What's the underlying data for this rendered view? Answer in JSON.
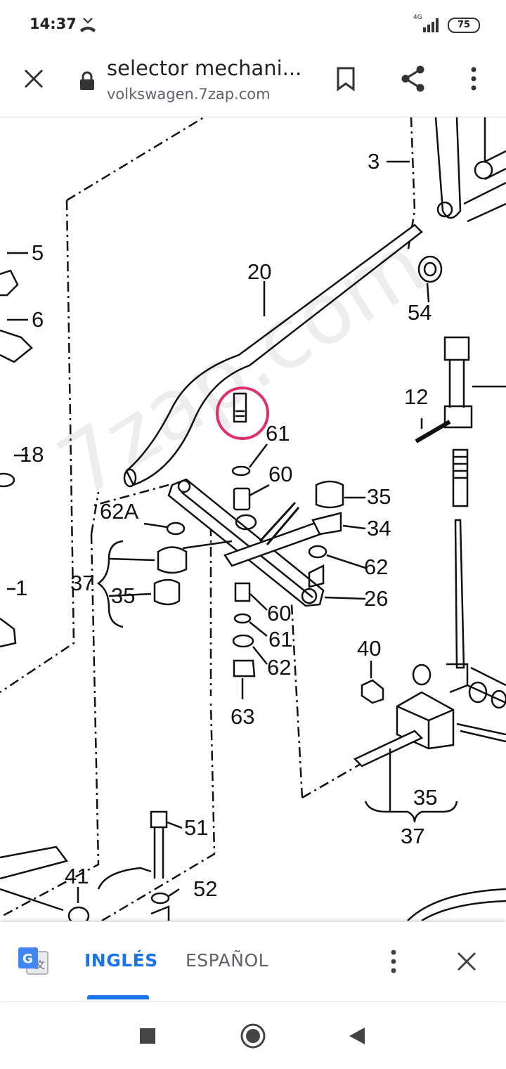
{
  "status_bar": {
    "time": "14:37",
    "network": "4G",
    "battery": "75"
  },
  "browser": {
    "title": "selector mechani...",
    "url": "volkswagen.7zap.com",
    "icons": [
      "close-icon",
      "lock-icon",
      "bookmark-icon",
      "share-icon",
      "more-vert-icon"
    ]
  },
  "diagram": {
    "watermark": "7zap.com",
    "highlight_color": "#e0306c",
    "labels": {
      "l3": "3",
      "l5": "5",
      "l6": "6",
      "l20": "20",
      "l54": "54",
      "l12": "12",
      "l18": "18",
      "l61a": "61",
      "l60a": "60",
      "l35a": "35",
      "l62A": "62A",
      "l34": "34",
      "l62a": "62",
      "l37a": "37",
      "l35b": "35",
      "l1": "1",
      "l26": "26",
      "l60b": "60",
      "l61b": "61",
      "l62b": "62",
      "l40": "40",
      "l63": "63",
      "l35c": "35",
      "l37b": "37",
      "l51": "51",
      "l41": "41",
      "l52": "52"
    }
  },
  "translate_bar": {
    "active_language": "INGLÉS",
    "other_language": "ESPAÑOL",
    "accent_color": "#1a73e8"
  },
  "nav_bar": {
    "icons": [
      "recents-square-icon",
      "home-circle-icon",
      "back-triangle-icon"
    ]
  }
}
